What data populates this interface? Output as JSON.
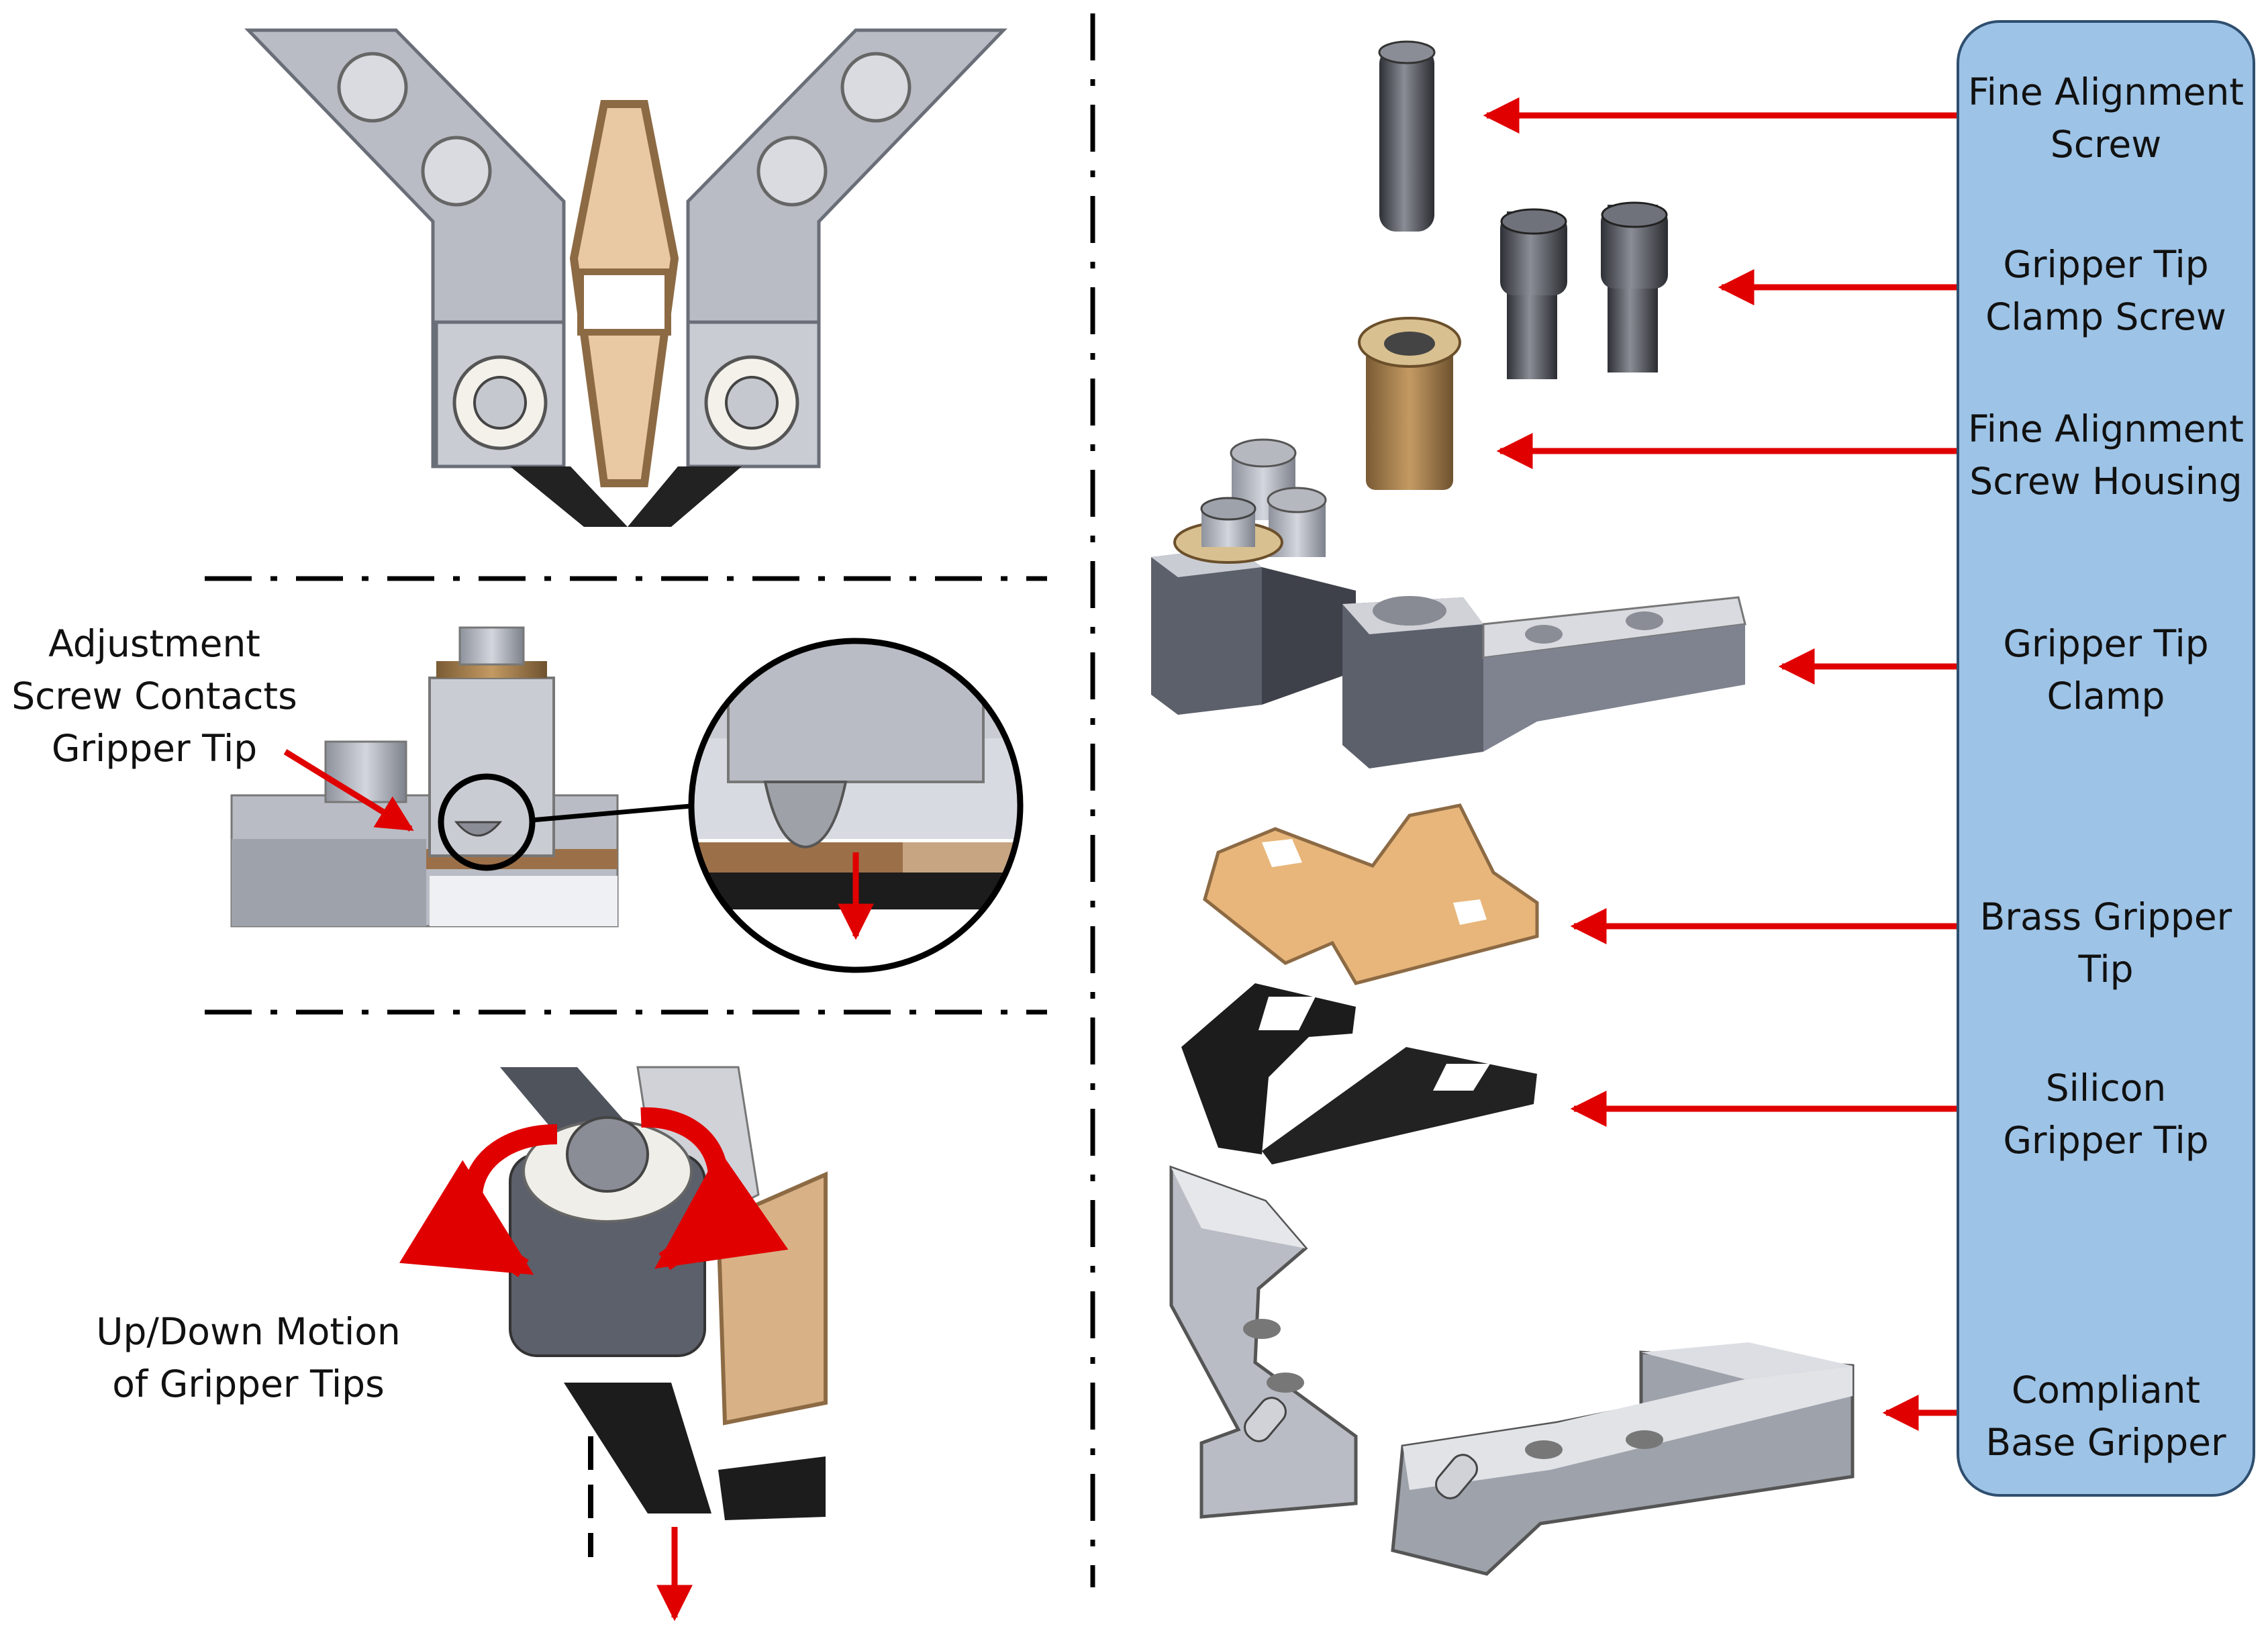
{
  "colors": {
    "arrow": "#e00000",
    "panel_fill": "#9dc3e6",
    "panel_stroke": "#2f4f6f",
    "steel": "#b9bcc4",
    "steel_dark": "#5c606b",
    "brass": "#e8b67a",
    "silicon": "#1c1c1c",
    "divider": "#000000"
  },
  "left": {
    "middle_label": [
      "Adjustment",
      "Screw Contacts",
      "Gripper Tip"
    ],
    "bottom_label": [
      "Up/Down Motion",
      "of Gripper Tips"
    ]
  },
  "parts": [
    {
      "lines": [
        "Fine Alignment",
        "Screw"
      ]
    },
    {
      "lines": [
        "Gripper Tip",
        "Clamp Screw"
      ]
    },
    {
      "lines": [
        "Fine Alignment",
        "Screw Housing"
      ]
    },
    {
      "lines": [
        "Gripper Tip",
        "Clamp"
      ]
    },
    {
      "lines": [
        "Brass Gripper",
        "Tip"
      ]
    },
    {
      "lines": [
        "Silicon",
        "Gripper Tip"
      ]
    },
    {
      "lines": [
        "Compliant",
        "Base Gripper"
      ]
    }
  ]
}
